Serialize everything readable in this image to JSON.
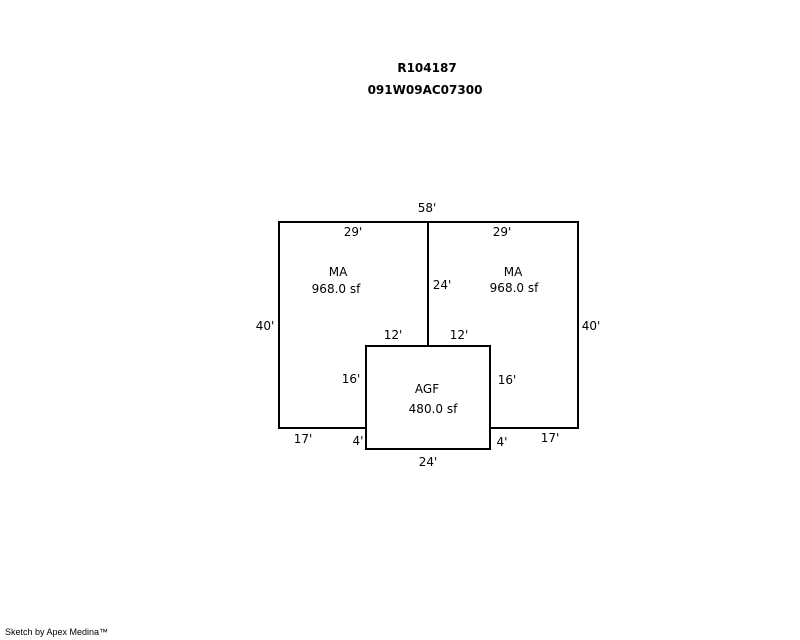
{
  "header": {
    "account": "R104187",
    "map_number": "091W09AC07300"
  },
  "areas": [
    {
      "code": "MA",
      "area": "968.0 sf"
    },
    {
      "code": "MA",
      "area": "968.0 sf"
    },
    {
      "code": "AGF",
      "area": "480.0 sf"
    }
  ],
  "dimensions": {
    "top": "58'",
    "left_top": "29'",
    "right_top": "29'",
    "middle": "24'",
    "left_side": "40'",
    "right_side": "40'",
    "agf_top_left": "12'",
    "agf_top_right": "12'",
    "agf_left": "16'",
    "agf_right": "16'",
    "left_bottom": "17'",
    "right_bottom": "17'",
    "agf_left_step": "4'",
    "agf_right_step": "4'",
    "agf_bottom": "24'"
  },
  "footer": "Sketch by Apex Medina™"
}
